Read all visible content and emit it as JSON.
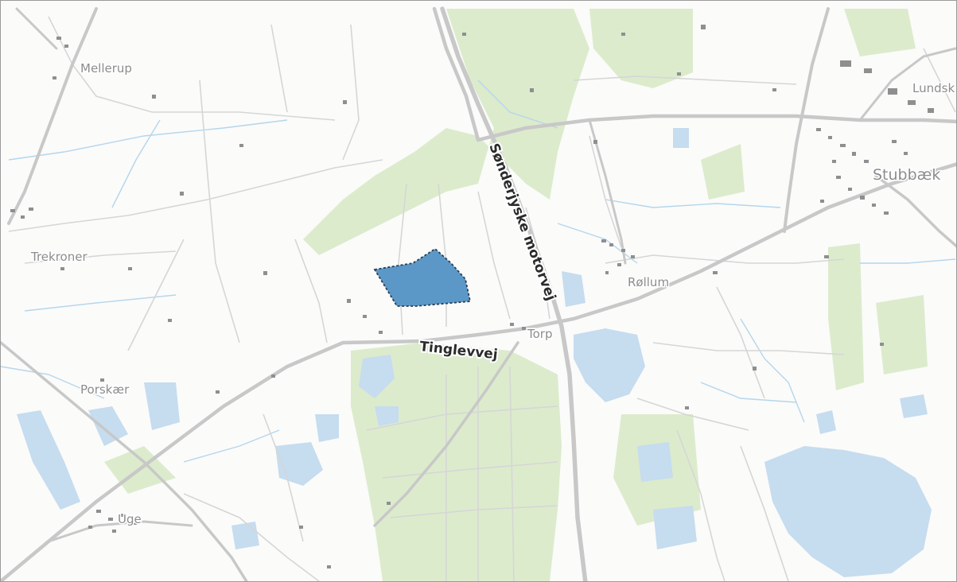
{
  "map": {
    "place_labels": {
      "mellerup": "Mellerup",
      "lundsk": "Lundsk",
      "stubbaek": "Stubbæk",
      "trekroner": "Trekroner",
      "rollum": "Røllum",
      "torp": "Torp",
      "porskaer": "Porskær",
      "uge": "Uge"
    },
    "road_labels": {
      "motorway": "Sønderjyske motorvej",
      "tinglevvej": "Tinglevvej"
    },
    "colors": {
      "background": "#fbfbfa",
      "forest": "#dcebcc",
      "water": "#c6dcef",
      "road_major": "#c8c8c8",
      "road_minor": "#d6d6d6",
      "stream": "#b4d6ec",
      "building": "#8f8f8f",
      "highlight_fill": "#5b98c7",
      "highlight_stroke": "#2b3d55",
      "place_label": "#8c8c8c",
      "road_label": "#2b2b2b"
    },
    "highlight_area": "study-area-polygon"
  }
}
